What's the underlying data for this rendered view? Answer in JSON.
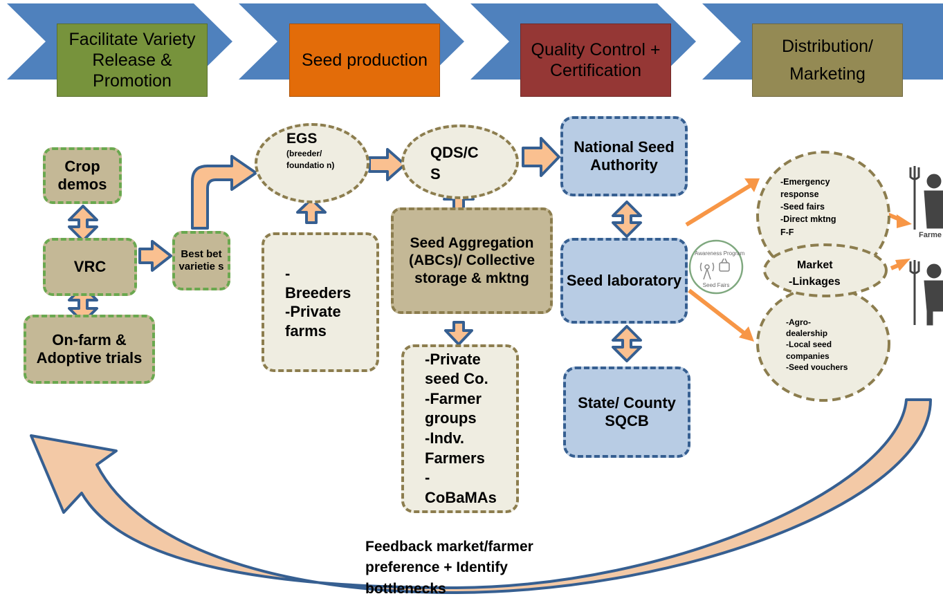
{
  "header": {
    "stage1": "Facilitate Variety Release & Promotion",
    "stage2": "Seed production",
    "stage3": "Quality Control + Certification",
    "stage4a": "Distribution/",
    "stage4b": "Marketing"
  },
  "nodes": {
    "crop_demos": "Crop demos",
    "vrc": "VRC",
    "on_farm": "On-farm & Adoptive trials",
    "best_bet": "Best bet varietie s",
    "egs_title": "EGS",
    "egs_sub": "(breeder/ foundatio n)",
    "breeders": "-\nBreeders\n-Private farms",
    "qds": "QDS/C S",
    "aggregation": "Seed Aggregation (ABCs)/ Collective storage & mktng",
    "private_seed": "-Private seed Co.\n-Farmer groups\n-Indv. Farmers\n-\nCoBaMAs",
    "nsa": "National Seed Authority",
    "seed_lab": "Seed laboratory",
    "state": "State/ County SQCB",
    "emergency": "-Emergency response\n-Seed fairs\n-Direct mktng\nF-F",
    "market": "Market",
    "linkages": "-Linkages",
    "agro": "-Agro-\ndealership\n-Local seed companies\n-Seed vouchers",
    "awareness_title": "Awareness Program",
    "awareness_sub": "Seed Fairs",
    "farmer_label": "Farme",
    "feedback": "Feedback market/farmer preference + Identify bottlenecks"
  },
  "colors": {
    "chevron": "#4f81bd",
    "stage1": "#77933c",
    "stage2": "#e36c09",
    "stage3": "#953735",
    "stage4": "#948a54",
    "tan": "#c4b896",
    "cream": "#efede1",
    "lightblue": "#b8cce4",
    "arrow_fill": "#fac090",
    "arrow_outline": "#365f91",
    "orange_arrow": "#f79646"
  }
}
